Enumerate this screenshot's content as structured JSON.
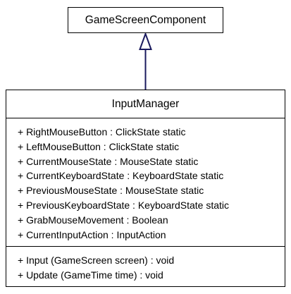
{
  "parent": {
    "name": "GameScreenComponent"
  },
  "class": {
    "name": "InputManager",
    "attributes": [
      "+ RightMouseButton : ClickState static",
      "+ LeftMouseButton : ClickState static",
      "+ CurrentMouseState : MouseState static",
      "+ CurrentKeyboardState : KeyboardState static",
      "+ PreviousMouseState : MouseState static",
      "+ PreviousKeyboardState : KeyboardState static",
      "+ GrabMouseMovement : Boolean",
      "+ CurrentInputAction : InputAction"
    ],
    "operations": [
      "+ Input (GameScreen screen) : void",
      "+ Update (GameTime time) : void"
    ]
  },
  "colors": {
    "inheritance_line": "#1a1a5e",
    "border": "#000000"
  }
}
